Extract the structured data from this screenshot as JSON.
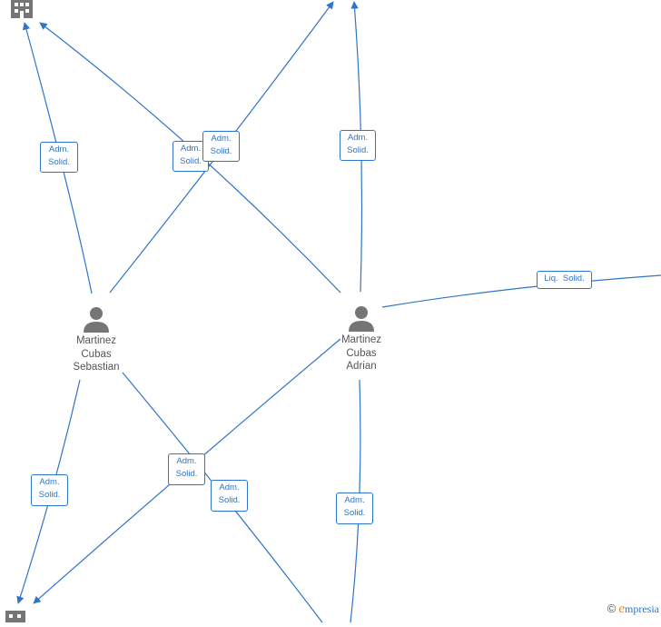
{
  "nodes": {
    "person_sebastian": {
      "name": "Martinez Cubas Sebastian",
      "lines": [
        "Martinez",
        "Cubas",
        "Sebastian"
      ]
    },
    "person_adrian": {
      "name": "Martinez Cubas Adrian",
      "lines": [
        "Martinez",
        "Cubas",
        "Adrian"
      ]
    }
  },
  "edges": [
    {
      "id": "e1",
      "label_lines": [
        "Adm.",
        "Solid."
      ]
    },
    {
      "id": "e2",
      "label_lines": [
        "Adm.",
        "Solid."
      ]
    },
    {
      "id": "e3",
      "label_lines": [
        "Adm.",
        "Solid."
      ]
    },
    {
      "id": "e4",
      "label_lines": [
        "Adm.",
        "Solid."
      ]
    },
    {
      "id": "e5",
      "label_lines": [
        "Liq.  Solid."
      ]
    },
    {
      "id": "e6",
      "label_lines": [
        "Adm.",
        "Solid."
      ]
    },
    {
      "id": "e7",
      "label_lines": [
        "Adm.",
        "Solid."
      ]
    },
    {
      "id": "e8",
      "label_lines": [
        "Adm.",
        "Solid."
      ]
    },
    {
      "id": "e9",
      "label_lines": [
        "Adm.",
        "Solid."
      ]
    }
  ],
  "footer": {
    "copyright_symbol": "©",
    "brand_initial": "e",
    "brand_rest": "mpresia"
  },
  "colors": {
    "edge": "#2f74c8",
    "person_icon": "#757575",
    "company_icon": "#757575",
    "brand_accent": "#e8900c"
  }
}
